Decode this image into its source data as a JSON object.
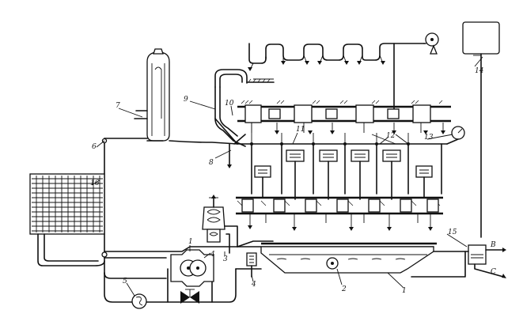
{
  "labels": {
    "l1": "1",
    "l1b": "1",
    "l2": "2",
    "l3": "3",
    "l4": "4",
    "l4b": "4",
    "l5": "5",
    "l6": "6",
    "l7": "7",
    "l8": "8",
    "l9": "9",
    "l10": "10",
    "l11": "11",
    "l12": "12",
    "l13": "13",
    "l14": "14",
    "l15": "15",
    "l16": "16",
    "lB": "В",
    "lC": "С"
  }
}
